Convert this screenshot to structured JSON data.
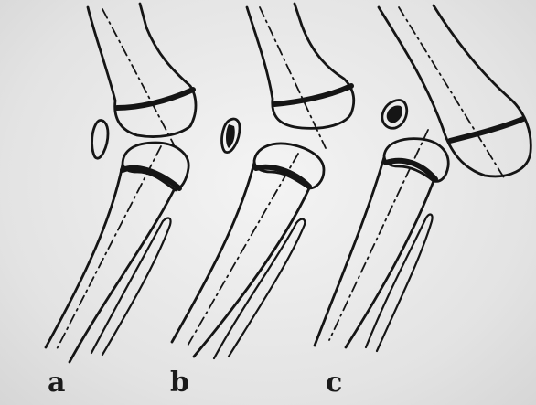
{
  "figure": {
    "panels": [
      {
        "id": "a",
        "label": "a"
      },
      {
        "id": "b",
        "label": "b"
      },
      {
        "id": "c",
        "label": "c"
      }
    ],
    "colors": {
      "ink": "#151515",
      "paper": "#ececec"
    }
  }
}
